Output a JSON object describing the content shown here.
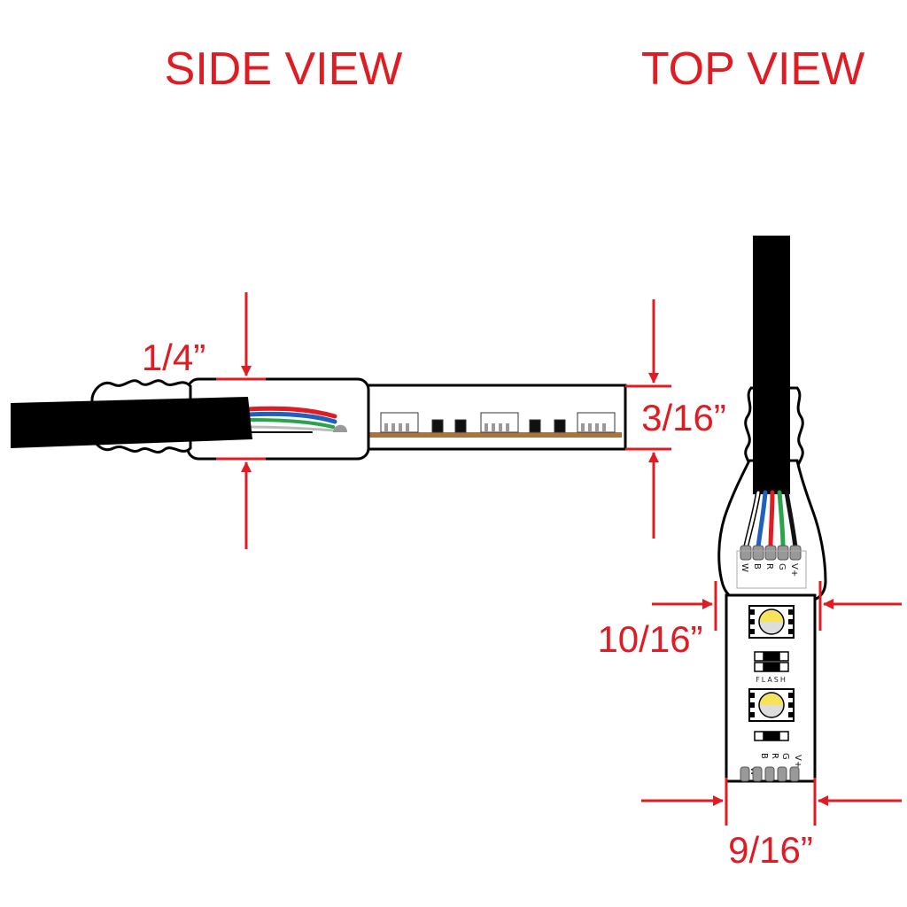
{
  "titles": {
    "side_view": "SIDE VIEW",
    "top_view": "TOP VIEW"
  },
  "dimensions": {
    "cable_height": "1/4”",
    "strip_height": "3/16”",
    "connector_width": "10/16”",
    "strip_width": "9/16”"
  },
  "pins": {
    "labels": [
      "W",
      "B",
      "R",
      "G",
      "V+"
    ]
  },
  "brand_text": "FLASH",
  "colors": {
    "accent": "#e11b22",
    "cable": "#000000",
    "pcb": "#a8733f",
    "wire_red": "#e11b22",
    "wire_blue": "#1f5fbf",
    "wire_green": "#2aa34a",
    "wire_black": "#111111",
    "wire_white": "#ffffff"
  }
}
